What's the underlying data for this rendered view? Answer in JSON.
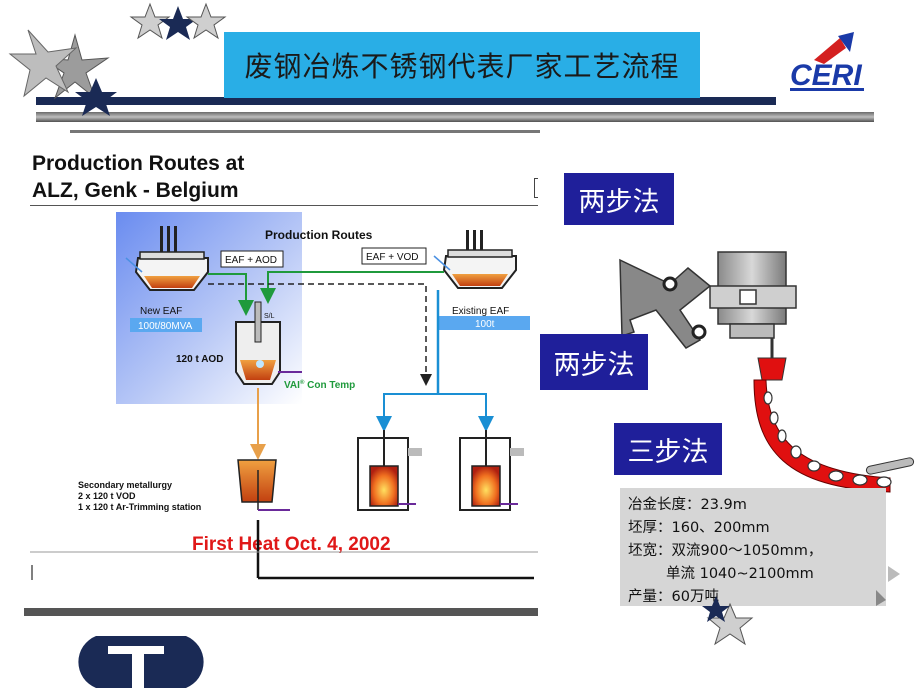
{
  "header": {
    "title": "废钢冶炼不锈钢代表厂家工艺流程"
  },
  "logo": {
    "text": "CERI"
  },
  "main_title": {
    "line1": "Production Routes at",
    "line2": "ALZ, Genk - Belgium"
  },
  "diagram": {
    "heading": "Production Routes",
    "route_eaf_aod": "EAF + AOD",
    "route_eaf_vod": "EAF + VOD",
    "new_eaf": "New EAF",
    "new_eaf_spec": "100t/80MVA",
    "existing_eaf": "Existing EAF",
    "existing_eaf_spec": "100t",
    "sl": "S/L",
    "aod": "120 t AOD",
    "vai": "VAI",
    "vai_reg": "®",
    "con_temp": "Con Temp",
    "secondary_1": "Secondary metallurgy",
    "secondary_2": "2 x 120 t VOD",
    "secondary_3": "1 x 120 t Ar-Trimming station",
    "first_heat": "First Heat Oct. 4, 2002"
  },
  "labels": {
    "two_step_1": "两步法",
    "two_step_2": "两步法",
    "three_step": "三步法"
  },
  "specs": {
    "line1": "冶金长度：23.9m",
    "line2": "坯厚：160、200mm",
    "line3": "坯宽：双流900～1050mm，",
    "line4": "单流 1040~2100mm",
    "line5": "产量：60万吨"
  },
  "colors": {
    "title_bg": "#29aee6",
    "label_bg": "#1f1f9a",
    "route_green": "#1f9a3c",
    "route_blue": "#1a8fd4",
    "route_orange": "#e8a04a",
    "first_heat_red": "#e01818",
    "caster_red": "#e01010",
    "spec_box": "#d6d6d6"
  }
}
